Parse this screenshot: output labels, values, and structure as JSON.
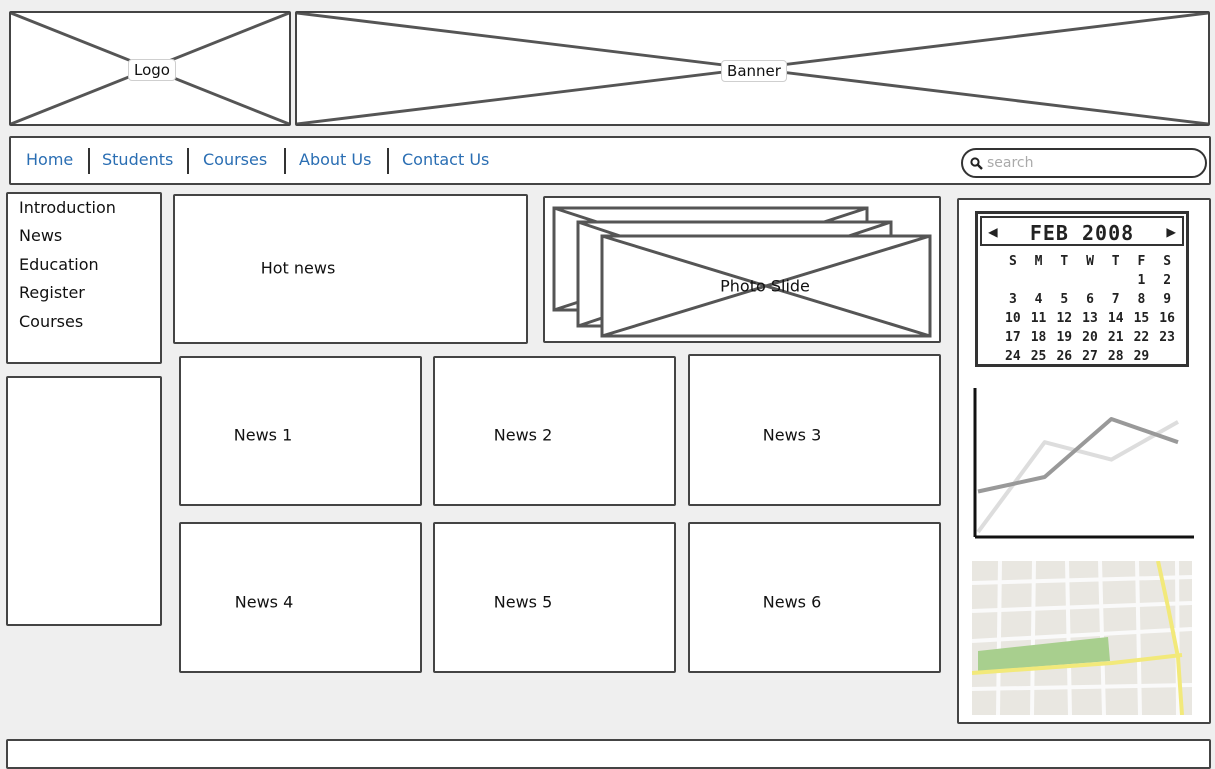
{
  "header": {
    "logo_label": "Logo",
    "banner_label": "Banner"
  },
  "nav": {
    "items": [
      "Home",
      "Students",
      "Courses",
      "About Us",
      "Contact Us"
    ],
    "search_placeholder": "search",
    "link_color": "#2a6eb3"
  },
  "sidebar": {
    "items": [
      "Introduction",
      "News",
      "Education",
      "Register",
      "Courses"
    ]
  },
  "content": {
    "hot_news": "Hot news",
    "photo_slide": "Photo Slide",
    "news": [
      "News 1",
      "News 2",
      "News 3",
      "News 4",
      "News 5",
      "News 6"
    ]
  },
  "calendar": {
    "title": "FEB 2008",
    "prev_icon": "triangle-left",
    "next_icon": "triangle-right",
    "weekdays": [
      "S",
      "M",
      "T",
      "W",
      "T",
      "F",
      "S"
    ],
    "days": [
      "",
      "",
      "",
      "",
      "",
      "1",
      "2",
      "3",
      "4",
      "5",
      "6",
      "7",
      "8",
      "9",
      "10",
      "11",
      "12",
      "13",
      "14",
      "15",
      "16",
      "17",
      "18",
      "19",
      "20",
      "21",
      "22",
      "23",
      "24",
      "25",
      "26",
      "27",
      "28",
      "29"
    ]
  },
  "chart_data": {
    "type": "line",
    "x": [
      0,
      1,
      2,
      3
    ],
    "series": [
      {
        "values": [
          1.5,
          2.0,
          4.0,
          3.2
        ],
        "color": "#999999"
      },
      {
        "values": [
          0.1,
          3.2,
          2.6,
          3.9
        ],
        "color": "#dddddd"
      }
    ],
    "ylim": [
      0,
      5
    ],
    "grid": false
  },
  "map": {
    "park_color": "#a8cf8e",
    "road_color": "#f2e97a",
    "block_color": "#e9e7e1"
  }
}
